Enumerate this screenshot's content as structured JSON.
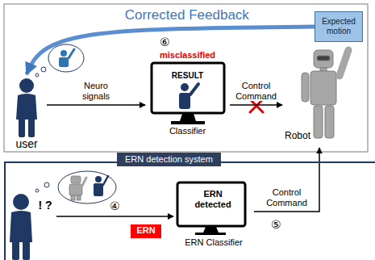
{
  "diagram": {
    "nodes": [
      {
        "text": [
          "user"
        ]
      },
      {
        "text": [
          "misclassified",
          "RESULT",
          "Classifier"
        ]
      },
      {
        "text": [
          "Robot"
        ]
      },
      {
        "text": [
          "Expected motion"
        ]
      },
      {
        "text": [
          "ERN detection system"
        ]
      },
      {
        "text": [
          "! ?"
        ],
        "in": 4
      },
      {
        "text": [
          "ERN"
        ],
        "in": 4
      },
      {
        "text": [
          "ERN detected",
          "ERN Classifier"
        ],
        "in": 4
      }
    ],
    "edges": [
      {
        "from": 0,
        "to": 1,
        "arrow": "to",
        "label": "Neuro signals"
      },
      {
        "from": 1,
        "to": 2,
        "arrow": "to",
        "label": "Control Command"
      },
      {
        "from": 3,
        "to": 0,
        "arrow": "to",
        "label": "Corrected Feedback"
      },
      {
        "from": 5,
        "to": 7,
        "arrow": "to",
        "label": "④"
      },
      {
        "from": 7,
        "to": 2,
        "arrow": "to",
        "label": "Control Command"
      }
    ],
    "labels": [
      "⑥",
      "⑤"
    ]
  }
}
